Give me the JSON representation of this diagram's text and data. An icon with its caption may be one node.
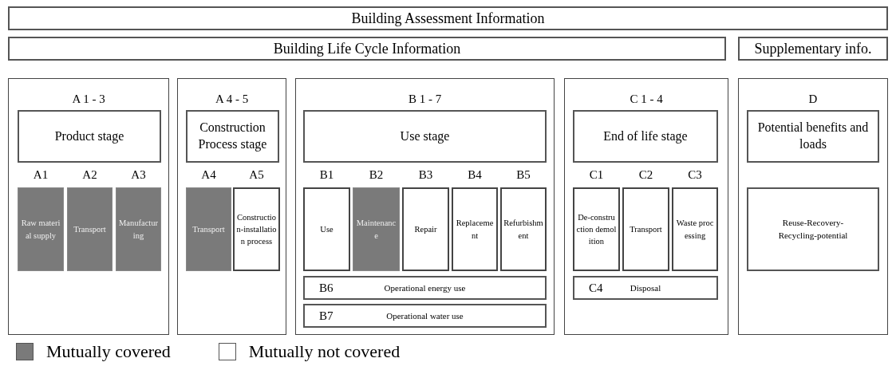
{
  "diagram": {
    "nodes": [
      {
        "text": [
          "Building Assessment Information"
        ]
      },
      {
        "text": [
          "Building Life Cycle Information"
        ]
      },
      {
        "text": [
          "Supplementary info."
        ]
      },
      {
        "text": [
          "A 1 - 3"
        ]
      },
      {
        "text": [
          "Product stage"
        ],
        "in": 3
      },
      {
        "text": [
          "A1",
          "Raw material supply"
        ],
        "in": 3
      },
      {
        "text": [
          "A2",
          "Transport"
        ],
        "in": 3
      },
      {
        "text": [
          "A3",
          "Manufacturing"
        ],
        "in": 3
      },
      {
        "text": [
          "A 4 - 5"
        ]
      },
      {
        "text": [
          "Construction Process stage"
        ],
        "in": 8
      },
      {
        "text": [
          "A4",
          "Transport"
        ],
        "in": 8
      },
      {
        "text": [
          "A5",
          "Construction-installation process"
        ],
        "in": 8
      },
      {
        "text": [
          "B 1 - 7"
        ]
      },
      {
        "text": [
          "Use stage"
        ],
        "in": 12
      },
      {
        "text": [
          "B1",
          "Use"
        ],
        "in": 12
      },
      {
        "text": [
          "B2",
          "Maintenance"
        ],
        "in": 12
      },
      {
        "text": [
          "B3",
          "Repair"
        ],
        "in": 12
      },
      {
        "text": [
          "B4",
          "Replacement"
        ],
        "in": 12
      },
      {
        "text": [
          "B5",
          "Refurbishment"
        ],
        "in": 12
      },
      {
        "text": [
          "B6",
          "Operational energy use"
        ],
        "in": 12
      },
      {
        "text": [
          "B7",
          "Operational water use"
        ],
        "in": 12
      },
      {
        "text": [
          "C 1 - 4"
        ]
      },
      {
        "text": [
          "End of life stage"
        ],
        "in": 21
      },
      {
        "text": [
          "C1",
          "De-construction demolition"
        ],
        "in": 21
      },
      {
        "text": [
          "C2",
          "Transport"
        ],
        "in": 21
      },
      {
        "text": [
          "C3",
          "Waste processing"
        ],
        "in": 21
      },
      {
        "text": [
          "C4",
          "Disposal"
        ],
        "in": 21
      },
      {
        "text": [
          "D"
        ]
      },
      {
        "text": [
          "Potential benefits and loads"
        ],
        "in": 27
      },
      {
        "text": [
          "Reuse-Recovery-Recycling-potential"
        ],
        "in": 27
      }
    ],
    "legend": [
      {
        "text": "Mutually covered",
        "color": "#7a7a7a"
      },
      {
        "text": "Mutually not covered",
        "color": "#ffffff"
      }
    ]
  }
}
